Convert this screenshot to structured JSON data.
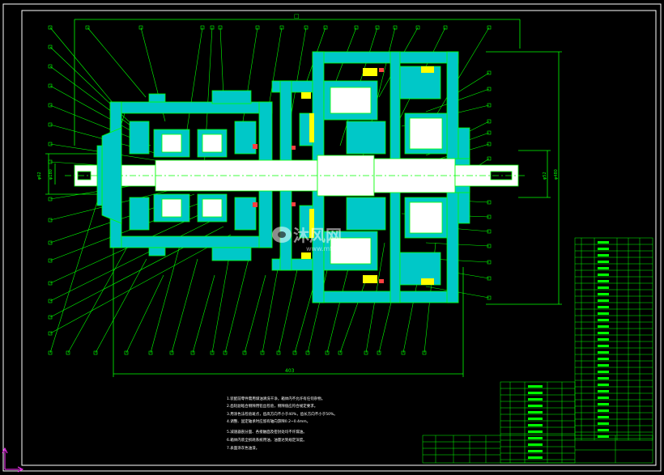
{
  "drawing": {
    "overall_length_dim": "403",
    "top_dim": "□",
    "left_dims": [
      "φ62",
      "φ180"
    ],
    "right_dims": [
      "φ480",
      "φ52"
    ],
    "watermark_text": "沐风网",
    "watermark_url": "www.mfcad.com",
    "watermark_logo": "mfcad-logo-icon"
  },
  "notes": [
    "1.装配前零件需用煤油清洗干净，箱体内不允许有任何杂物。",
    "2.齿轮副啮合侧隙用铅丝检验，侧隙值应符合规定要求。",
    "3.用涂色法检验斑点，齿高方向不小于40%，齿长方向不小于50%。",
    "4.调整、固定轴承时应留有轴向游隙0.2~0.4mm。",
    "5.减速器剖分面、各接触面及密封处均不许漏油。",
    "6.箱体内装全损耗系统用油，油量达到规定深度。",
    "7.表面涂灰色油漆。"
  ],
  "colors": {
    "line": "#00ff00",
    "part_fill": "#00c8c8",
    "core": "#ffffff",
    "highlight": "#ffff00",
    "accent": "#ff4040",
    "frame": "#ffffff",
    "corner": "#ff33ff"
  }
}
